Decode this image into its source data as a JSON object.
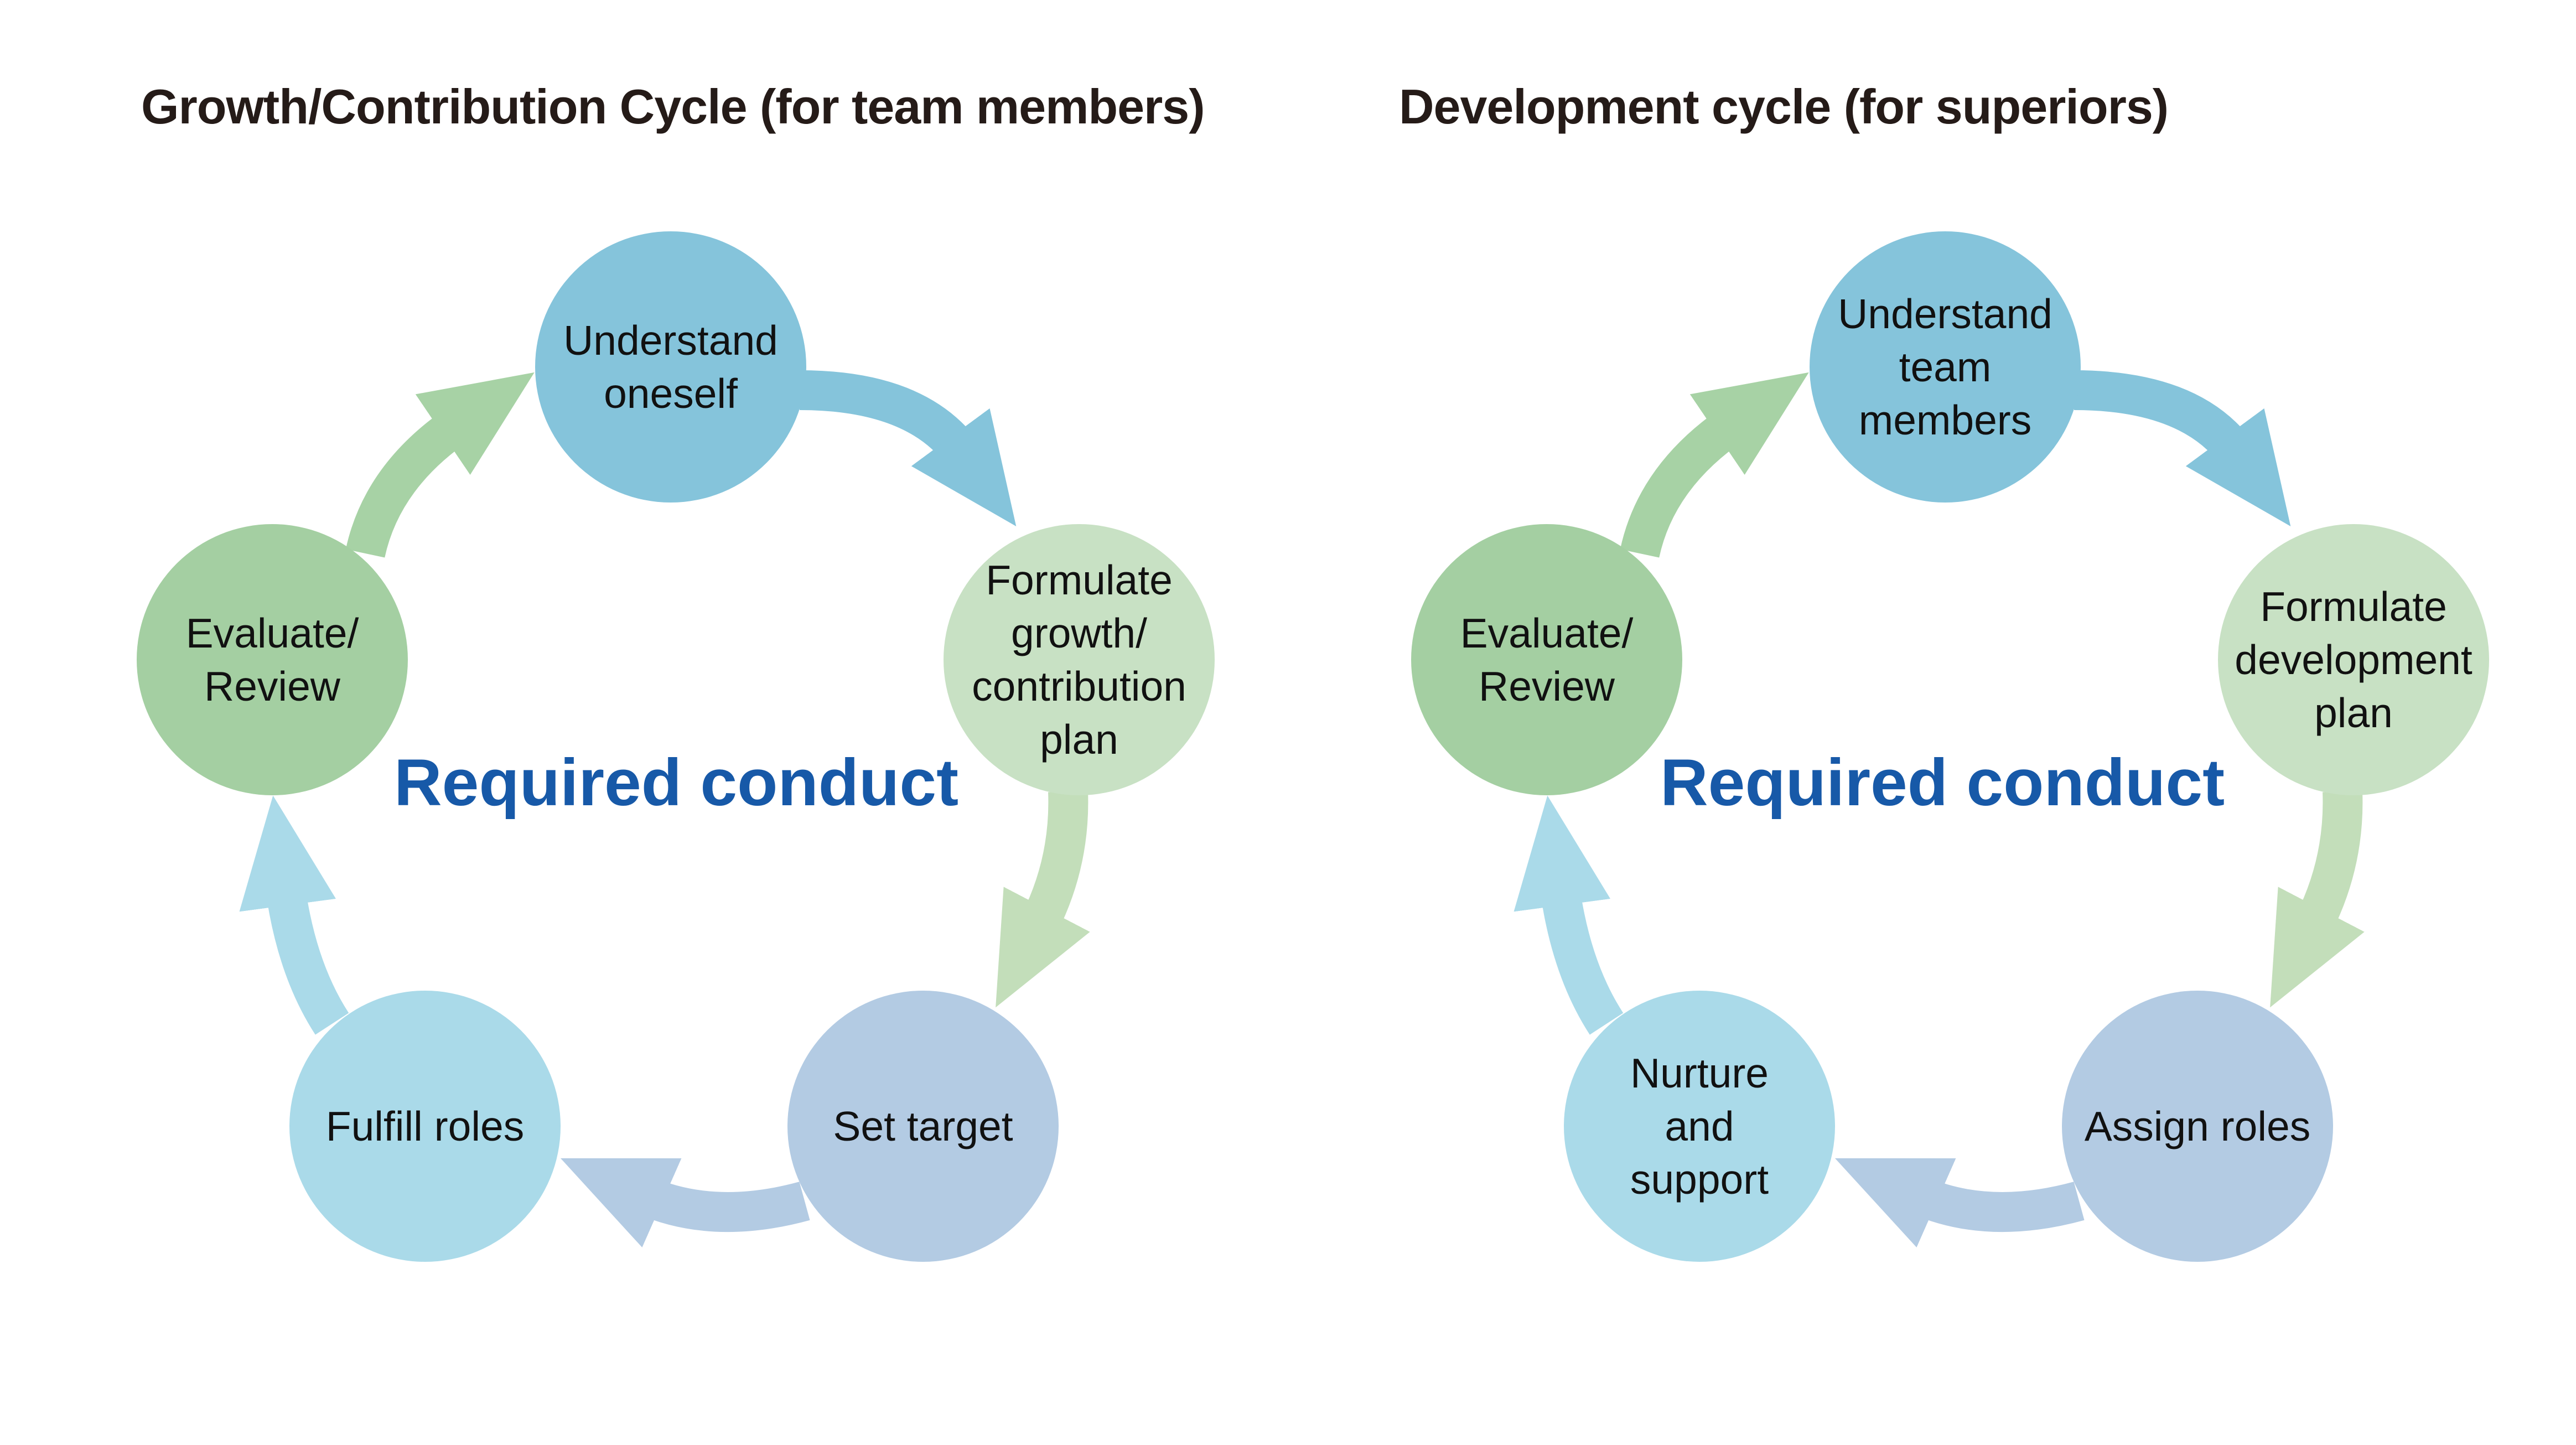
{
  "colors": {
    "title_text": "#251b18",
    "center_text": "#1759a8",
    "node_text": "#111111"
  },
  "arrow_colors": {
    "understand_to_formulate": "#85c4db",
    "formulate_to_settarget": "#c3deba",
    "settarget_to_fulfill": "#b3cbe3",
    "fulfill_to_evaluate": "#aadae9",
    "evaluate_to_understand": "#a7d2a5"
  },
  "left_diagram": {
    "title": "Growth/Contribution Cycle (for team members)",
    "center_label": "Required conduct",
    "nodes": [
      {
        "label": "Understand\noneself",
        "color": "#85c4db"
      },
      {
        "label": "Formulate\ngrowth/\ncontribution\nplan",
        "color": "#c8e1c4"
      },
      {
        "label": "Set target",
        "color": "#b3cbe3"
      },
      {
        "label": "Fulfill roles",
        "color": "#aadae9"
      },
      {
        "label": "Evaluate/\nReview",
        "color": "#a4cfa2"
      }
    ]
  },
  "right_diagram": {
    "title": "Development cycle (for superiors)",
    "center_label": "Required conduct",
    "nodes": [
      {
        "label": "Understand\nteam\nmembers",
        "color": "#85c4db"
      },
      {
        "label": "Formulate\ndevelopment\nplan",
        "color": "#c8e1c4"
      },
      {
        "label": "Assign roles",
        "color": "#b3cbe3"
      },
      {
        "label": "Nurture\nand\nsupport",
        "color": "#aadae9"
      },
      {
        "label": "Evaluate/\nReview",
        "color": "#a4cfa2"
      }
    ]
  }
}
